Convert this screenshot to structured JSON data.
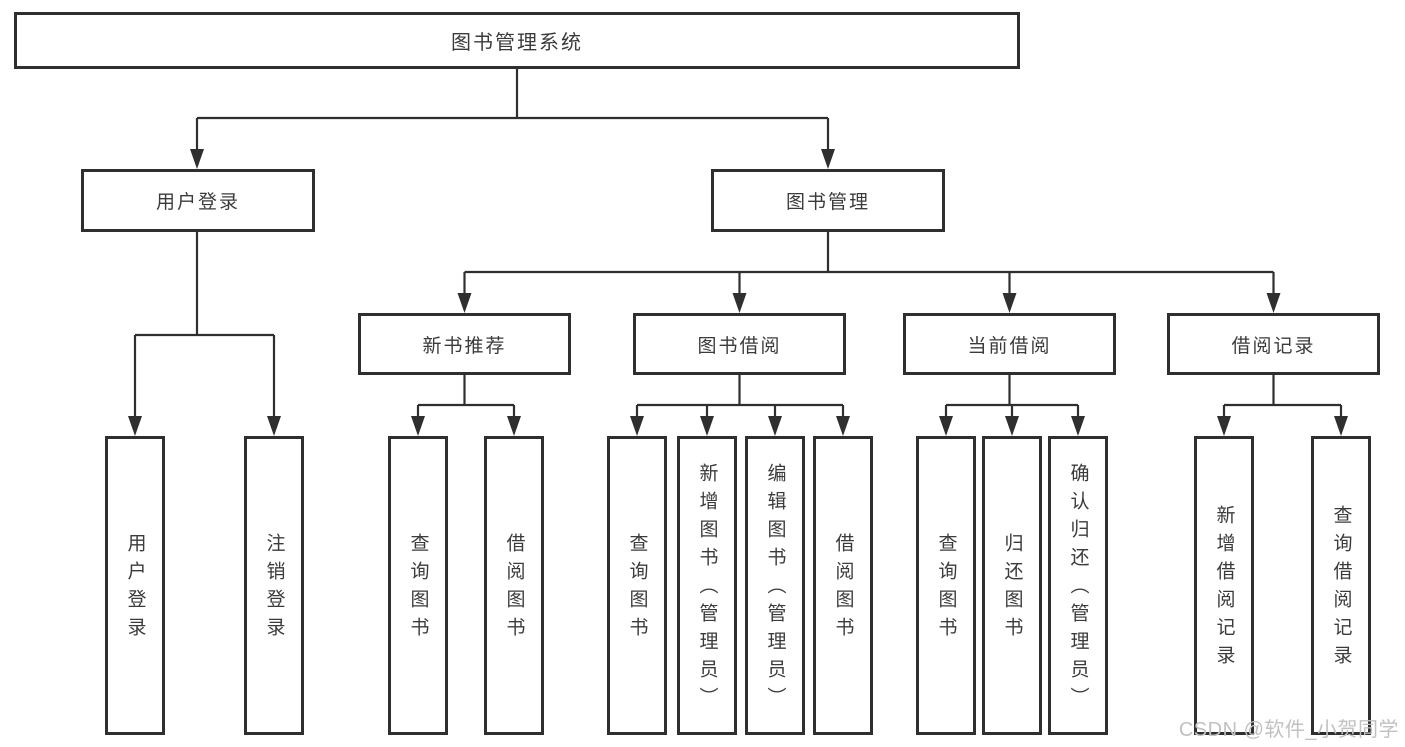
{
  "diagram": {
    "root": {
      "label": "图书管理系统"
    },
    "level2": [
      {
        "id": "user-login",
        "label": "用户登录"
      },
      {
        "id": "book-management",
        "label": "图书管理"
      }
    ],
    "level3": [
      {
        "id": "new-book-recommend",
        "label": "新书推荐"
      },
      {
        "id": "book-borrow",
        "label": "图书借阅"
      },
      {
        "id": "current-borrow",
        "label": "当前借阅"
      },
      {
        "id": "borrow-records",
        "label": "借阅记录"
      }
    ],
    "leaves": {
      "user_login": [
        "用户登录",
        "注销登录"
      ],
      "new_book_recommend": [
        "查询图书",
        "借阅图书"
      ],
      "book_borrow": [
        "查询图书",
        "新增图书（管理员）",
        "编辑图书（管理员）",
        "借阅图书"
      ],
      "current_borrow": [
        "查询图书",
        "归还图书",
        "确认归还（管理员）"
      ],
      "borrow_records": [
        "新增借阅记录",
        "查询借阅记录"
      ]
    }
  },
  "watermark": {
    "text": "CSDN @软件_小贺同学"
  },
  "colors": {
    "line": "#2f2f2f",
    "text": "#3b3b3b",
    "watermark": "#c2c1c1",
    "background": "#ffffff"
  }
}
